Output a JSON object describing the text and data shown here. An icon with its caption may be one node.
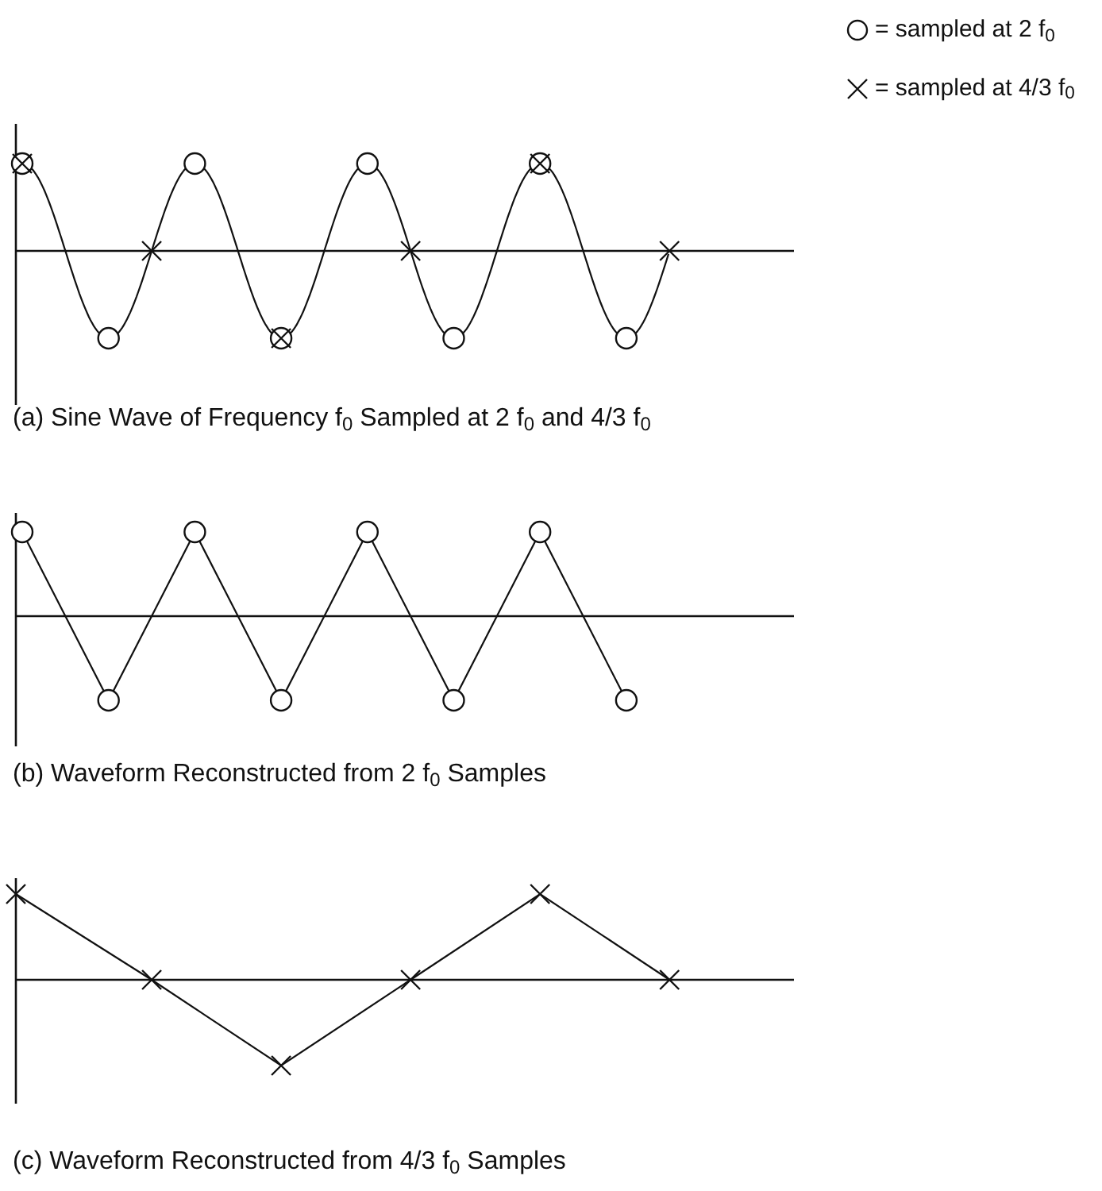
{
  "diagram": {
    "labels": [
      "(a) Sine Wave of Frequency f$_{0}$ Sampled at 2 f$_{0}$ and 4/3 f$_{0}$",
      "(b) Waveform Reconstructed from 2 f$_{0}$ Samples",
      "(c) Waveform Reconstructed from 4/3 f$_{0}$ Samples"
    ],
    "legend": [
      {
        "text": "= sampled at 2 f$_{0}$"
      },
      {
        "text": "= sampled at 4/3 f$_{0}$"
      }
    ]
  }
}
